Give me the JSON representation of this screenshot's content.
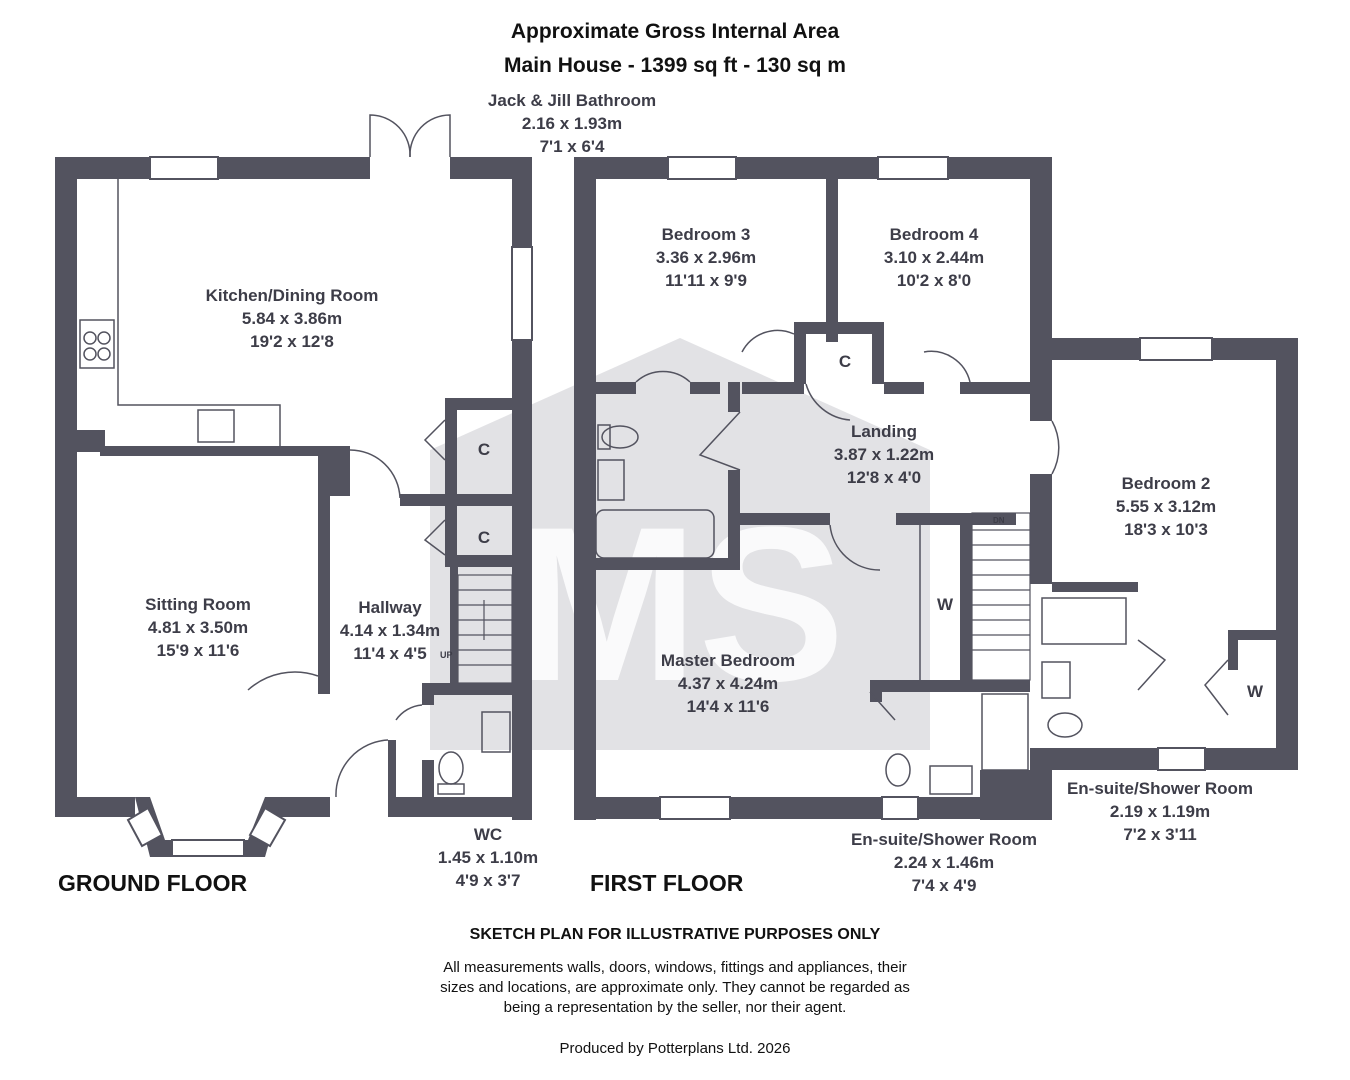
{
  "header": {
    "line1": "Approximate Gross Internal Area",
    "line2": "Main House - 1399 sq ft - 130 sq m"
  },
  "floors": {
    "ground": "GROUND FLOOR",
    "first": "FIRST FLOOR"
  },
  "rooms": {
    "jack_jill": {
      "name": "Jack & Jill Bathroom",
      "metric": "2.16 x 1.93m",
      "imperial": "7'1 x 6'4"
    },
    "kitchen": {
      "name": "Kitchen/Dining Room",
      "metric": "5.84 x 3.86m",
      "imperial": "19'2 x 12'8"
    },
    "sitting": {
      "name": "Sitting Room",
      "metric": "4.81 x 3.50m",
      "imperial": "15'9 x 11'6"
    },
    "hallway": {
      "name": "Hallway",
      "metric": "4.14 x 1.34m",
      "imperial": "11'4 x 4'5"
    },
    "wc": {
      "name": "WC",
      "metric": "1.45 x 1.10m",
      "imperial": "4'9 x 3'7"
    },
    "bedroom3": {
      "name": "Bedroom 3",
      "metric": "3.36 x 2.96m",
      "imperial": "11'11 x 9'9"
    },
    "bedroom4": {
      "name": "Bedroom 4",
      "metric": "3.10 x 2.44m",
      "imperial": "10'2 x 8'0"
    },
    "landing": {
      "name": "Landing",
      "metric": "3.87 x 1.22m",
      "imperial": "12'8 x 4'0"
    },
    "bedroom2": {
      "name": "Bedroom 2",
      "metric": "5.55 x 3.12m",
      "imperial": "18'3 x 10'3"
    },
    "master": {
      "name": "Master Bedroom",
      "metric": "4.37 x 4.24m",
      "imperial": "14'4 x 11'6"
    },
    "ensuite1": {
      "name": "En-suite/Shower Room",
      "metric": "2.24 x 1.46m",
      "imperial": "7'4 x 4'9"
    },
    "ensuite2": {
      "name": "En-suite/Shower Room",
      "metric": "2.19 x 1.19m",
      "imperial": "7'2 x 3'11"
    }
  },
  "small_labels": {
    "cupboard": "C",
    "wardrobe": "W",
    "up": "UP",
    "down": "DN"
  },
  "watermark": "MS",
  "disclaimer": {
    "title": "SKETCH PLAN FOR ILLUSTRATIVE PURPOSES ONLY",
    "line1": "All measurements walls, doors, windows, fittings and appliances, their",
    "line2": "sizes and locations, are approximate only. They cannot be regarded as",
    "line3": "being a representation by the seller, nor their agent."
  },
  "produced_by": "Produced by Potterplans Ltd. 2026",
  "colors": {
    "wall": "#53535f",
    "watermark": "#d5d5d8",
    "text": "#3d3d48"
  }
}
